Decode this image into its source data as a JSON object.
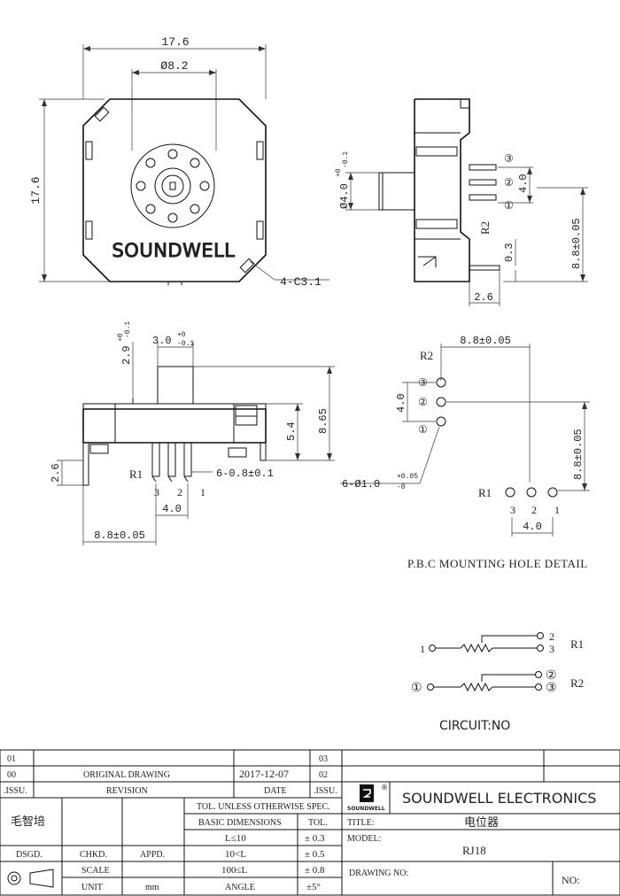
{
  "top_view": {
    "width": "17.6",
    "shaft_dia": "Ø8.2",
    "height": "17.6",
    "brand": "SOUNDWELL",
    "chamfer": "4-C3.1"
  },
  "side_view": {
    "shaft": "Ø4.0",
    "shaft_tol_top": "+0",
    "shaft_tol_bottom": "-0.1",
    "pin_pitch": "4.0",
    "r2": "R2",
    "pin_span": "8.8±0.05",
    "pin_thk": "0.3",
    "lead": "2.6",
    "pin_labels": [
      "③",
      "②",
      "①"
    ]
  },
  "front_view": {
    "shaft_h": "2.9",
    "shaft_h_tol_top": "+0",
    "shaft_h_tol_bottom": "-0.1",
    "shaft_w": "3.0",
    "shaft_w_tol_top": "+0",
    "shaft_w_tol_bottom": "-0.1",
    "h1": "8.65",
    "h2": "5.4",
    "lead": "2.6",
    "r1": "R1",
    "pins_note": "6-0.8±0.1",
    "pin_numbers": [
      "3",
      "2",
      "1"
    ],
    "pitch": "4.0",
    "span": "8.8±0.05"
  },
  "pcb": {
    "span_h": "8.8±0.05",
    "r2": "R2",
    "pitch_v": "4.0",
    "span_v": "8.8±0.05",
    "holes": "6-Ø1.0",
    "holes_tol_top": "+0.05",
    "holes_tol_bottom": "-0",
    "r1": "R1",
    "pin_numbers": [
      "3",
      "2",
      "1"
    ],
    "pin_circled": [
      "③",
      "②",
      "①"
    ],
    "pitch_h": "4.0",
    "caption": "P.B.C MOUNTING HOLE DETAIL"
  },
  "circuit": {
    "r1": "R1",
    "r2": "R2",
    "r1_pins": {
      "left": "1",
      "top": "2",
      "bottom": "3"
    },
    "r2_pins": {
      "left": "①",
      "top": "②",
      "bottom": "③"
    },
    "caption": "CIRCUIT:NO"
  },
  "title_block": {
    "rev_rows": [
      {
        "no": "01",
        "desc": "",
        "date": "",
        "no2": "03"
      },
      {
        "no": "00",
        "desc": "ORIGINAL  DRAWING",
        "date": "2017-12-07",
        "no2": "02"
      }
    ],
    "header": {
      "issu": ".ISSU.",
      "revision": "REVISION",
      "date": "DATE",
      "issu2": ".ISSU."
    },
    "company": "SOUNDWELL ELECTRONICS",
    "logo_text": "SOUNDWELL",
    "signer": "毛智培",
    "dsgd": "DSGD.",
    "chkd": "CHKD.",
    "appd": "APPD.",
    "scale": "SCALE",
    "unit": "UNIT",
    "unit_val": "mm",
    "tol_header": "TOL. UNLESS  OTHERWISE  SPEC.",
    "basic": "BASIC DIMENSIONS",
    "tol": "TOL.",
    "tol_rows": [
      {
        "range": "L≤10",
        "val": "± 0.3"
      },
      {
        "range": "10<L",
        "val": "± 0.5"
      },
      {
        "range": "100≤L",
        "val": "± 0.8"
      },
      {
        "range": "ANGLE",
        "val": "±5°"
      }
    ],
    "title_label": "TITLE:",
    "title_value": "电位器",
    "model_label": "MODEL:",
    "model_value": "RJ18",
    "drawing_label": "DRAWING NO:",
    "no_label": "NO:"
  }
}
